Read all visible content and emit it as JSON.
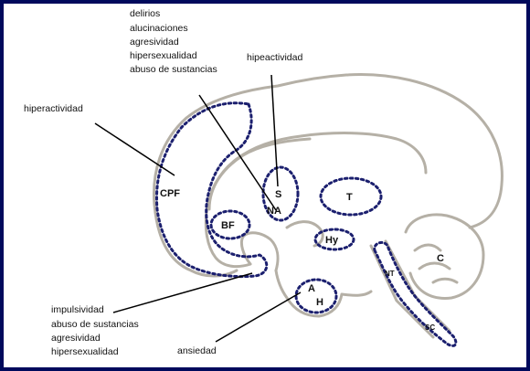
{
  "annotations": {
    "top_left_list": [
      "delirios",
      "alucinaciones",
      "agresividad",
      "hipersexualidad",
      "abuso de sustancias"
    ],
    "top_right": "hipeactividad",
    "left": "hiperactividad",
    "bottom_left_list": [
      "impulsividad",
      "abuso de sustancias",
      "agresividad",
      "hipersexualidad"
    ],
    "bottom_right": "ansiedad"
  },
  "regions": {
    "cpf": "CPF",
    "s": "S",
    "na": "NA",
    "t": "T",
    "bf": "BF",
    "hy": "Hy",
    "a": "A",
    "h": "H",
    "c": "C",
    "nt": "NT",
    "sc": "SC"
  },
  "colors": {
    "frame": "#000a5c",
    "brain_outline": "#b5b0a6",
    "dotted_region": "#1b1f6e"
  }
}
